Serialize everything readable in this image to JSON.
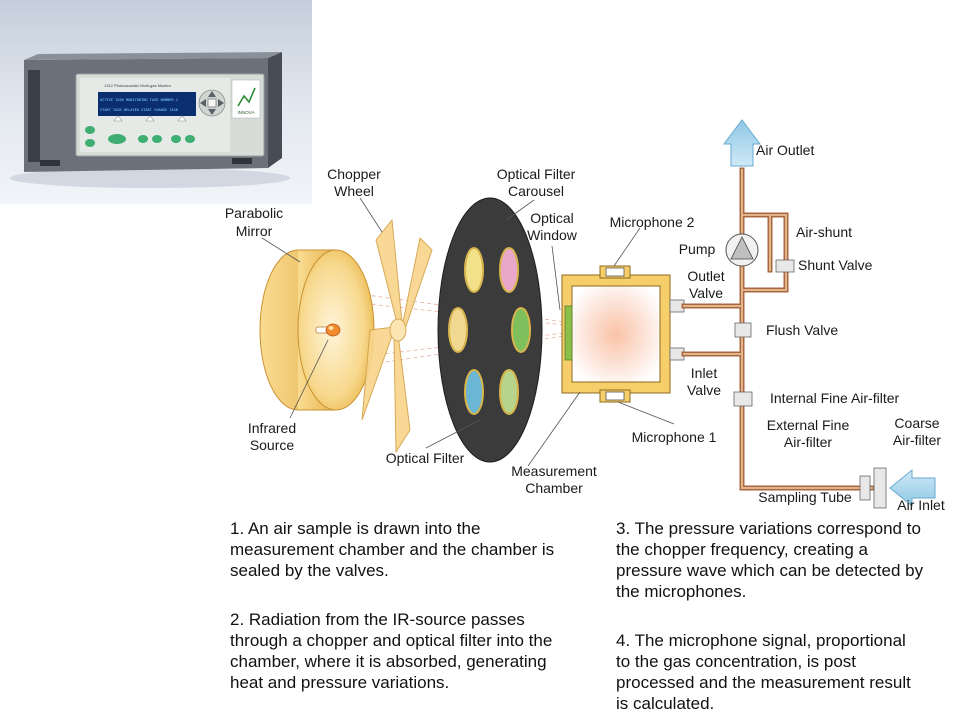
{
  "photo": {
    "display_line1": "ACTIVE TASK MONITORING TASK NUMBER 1",
    "display_line2": "START TASK  DELAYED START  CHANGE TASK",
    "brand": "INNOVA",
    "panel_title": "1312 Photoacoustic Multi-gas Monitor"
  },
  "labels": {
    "parabolic_mirror": [
      "Parabolic",
      "Mirror"
    ],
    "chopper_wheel": [
      "Chopper",
      "Wheel"
    ],
    "optical_filter_carousel": [
      "Optical Filter",
      "Carousel"
    ],
    "optical_window": [
      "Optical",
      "Window"
    ],
    "microphone_2": "Microphone 2",
    "pump": "Pump",
    "air_outlet": "Air Outlet",
    "air_shunt": "Air-shunt",
    "shunt_valve": "Shunt Valve",
    "outlet_valve": [
      "Outlet",
      "Valve"
    ],
    "flush_valve": "Flush Valve",
    "inlet_valve": [
      "Inlet",
      "Valve"
    ],
    "internal_fine_air_filter": "Internal Fine Air-filter",
    "external_fine_air_filter": [
      "External Fine",
      "Air-filter"
    ],
    "coarse_air_filter": [
      "Coarse",
      "Air-filter"
    ],
    "infrared_source": [
      "Infrared",
      "Source"
    ],
    "optical_filter": "Optical Filter",
    "measurement_chamber": [
      "Measurement",
      "Chamber"
    ],
    "microphone_1": "Microphone 1",
    "sampling_tube": "Sampling Tube",
    "air_inlet": "Air Inlet"
  },
  "steps": {
    "step1": "1.  An air sample is drawn into the\nmeasurement chamber and the chamber is\nsealed by the valves.",
    "step2": "2.  Radiation from the IR-source passes\nthrough a chopper and optical filter into the\nchamber, where it is absorbed, generating\nheat and pressure variations.",
    "step3": "3. The pressure variations correspond to\nthe chopper  frequency, creating a\npressure wave which can be detected by\nthe microphones.",
    "step4": "  4. The microphone signal, proportional\nto   the gas concentration, is post\nprocessed and the measurement result\nis calculated."
  },
  "colors": {
    "tube": "#a9683d",
    "tube_inner": "#d9a67e",
    "flow_arrow": "#a9d6ee",
    "mirror": "#f4c96a",
    "chamber": "#f6cf6a",
    "carousel": "#3b3b3b",
    "filters": [
      "#f2e188",
      "#e9a7c9",
      "#7ec05c",
      "#b8d48a",
      "#6ab6d4",
      "#f0d890"
    ]
  }
}
